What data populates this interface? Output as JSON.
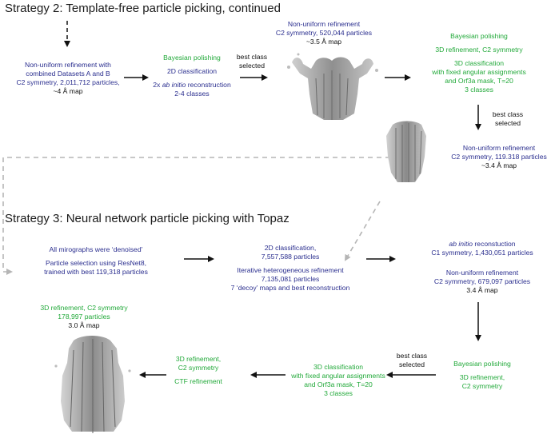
{
  "strategy2": {
    "title": "Strategy 2: Template-free particle picking, continued",
    "nu_refine_1": {
      "l1": "Non-uniform refinement with",
      "l2": "combined Datasets A and B",
      "l3": "C2 symmetry, 2,011,712 particles,",
      "l4": "~4 Å map"
    },
    "polish_2d": {
      "l1": "Bayesian polishing",
      "l2": "2D classification",
      "l3_pre": "2x ",
      "l3_it": "ab initio",
      "l3_post": " reconstruction",
      "l4": "2-4 classes"
    },
    "best_class_1": {
      "l1": "best class",
      "l2": "selected"
    },
    "nu_refine_2": {
      "l1": "Non-uniform refinement",
      "l2": "C2 symmetry, 520,044 particles",
      "l3": "~3.5 Å map"
    },
    "polish_3d": {
      "l1": "Bayesian polishing",
      "l2": "3D refinement, C2 symmetry",
      "l3": "3D classification",
      "l4": "with fixed angular assignments",
      "l5": "and Orf3a mask, T=20",
      "l6": "3 classes"
    },
    "best_class_2": {
      "l1": "best class",
      "l2": "selected"
    },
    "nu_refine_3": {
      "l1": "Non-uniform refinement",
      "l2": "C2 symmetry, 119.318 particles",
      "l3": "~3.4 Å map"
    }
  },
  "strategy3": {
    "title": "Strategy 3: Neural network particle picking with Topaz",
    "denoise": {
      "l1": "All mirographs were ‘denoised’",
      "l2": "Particle selection using ResNet8,",
      "l3": "trained with best 119,318 particles"
    },
    "class2d": {
      "l1": "2D classification,",
      "l2": "7,557,588 particles",
      "l3": "Iterative heterogeneous refinement",
      "l4": "7,135,081 particles",
      "l5": "7 ‘decoy’ maps and best reconstruction"
    },
    "abinitio": {
      "l1_it": "ab initio",
      "l1_post": " reconstuction",
      "l2": "C1 symmetry, 1,430,051 particles"
    },
    "nu_refine_4": {
      "l1": "Non-uniform refinement",
      "l2": "C2 symmetry, 679,097  particles",
      "l3": "3.4 Å map"
    },
    "best_class_3": {
      "l1": "best class",
      "l2": "selected"
    },
    "polish_final": {
      "l1": "Bayesian polishing",
      "l2": "3D refinement,",
      "l3": "C2 symmetry"
    },
    "class3d": {
      "l1": "3D classification",
      "l2": "with fixed angular assignments",
      "l3": "and Orf3a mask, T=20",
      "l4": "3 classes"
    },
    "ctf": {
      "l1": "3D refinement,",
      "l2": "C2 symmetry",
      "l3": "CTF refinement"
    },
    "final_map": {
      "l1": "3D refinement, C2 symmetry",
      "l2": "178,997  particles",
      "l3": "3.0 Å map"
    }
  },
  "colors": {
    "blue_text": "#2b2f8f",
    "green_text": "#22a93a",
    "arrow": "#111111",
    "dashed_connector": "#b5b5b5",
    "density": "#9a9a9a"
  }
}
